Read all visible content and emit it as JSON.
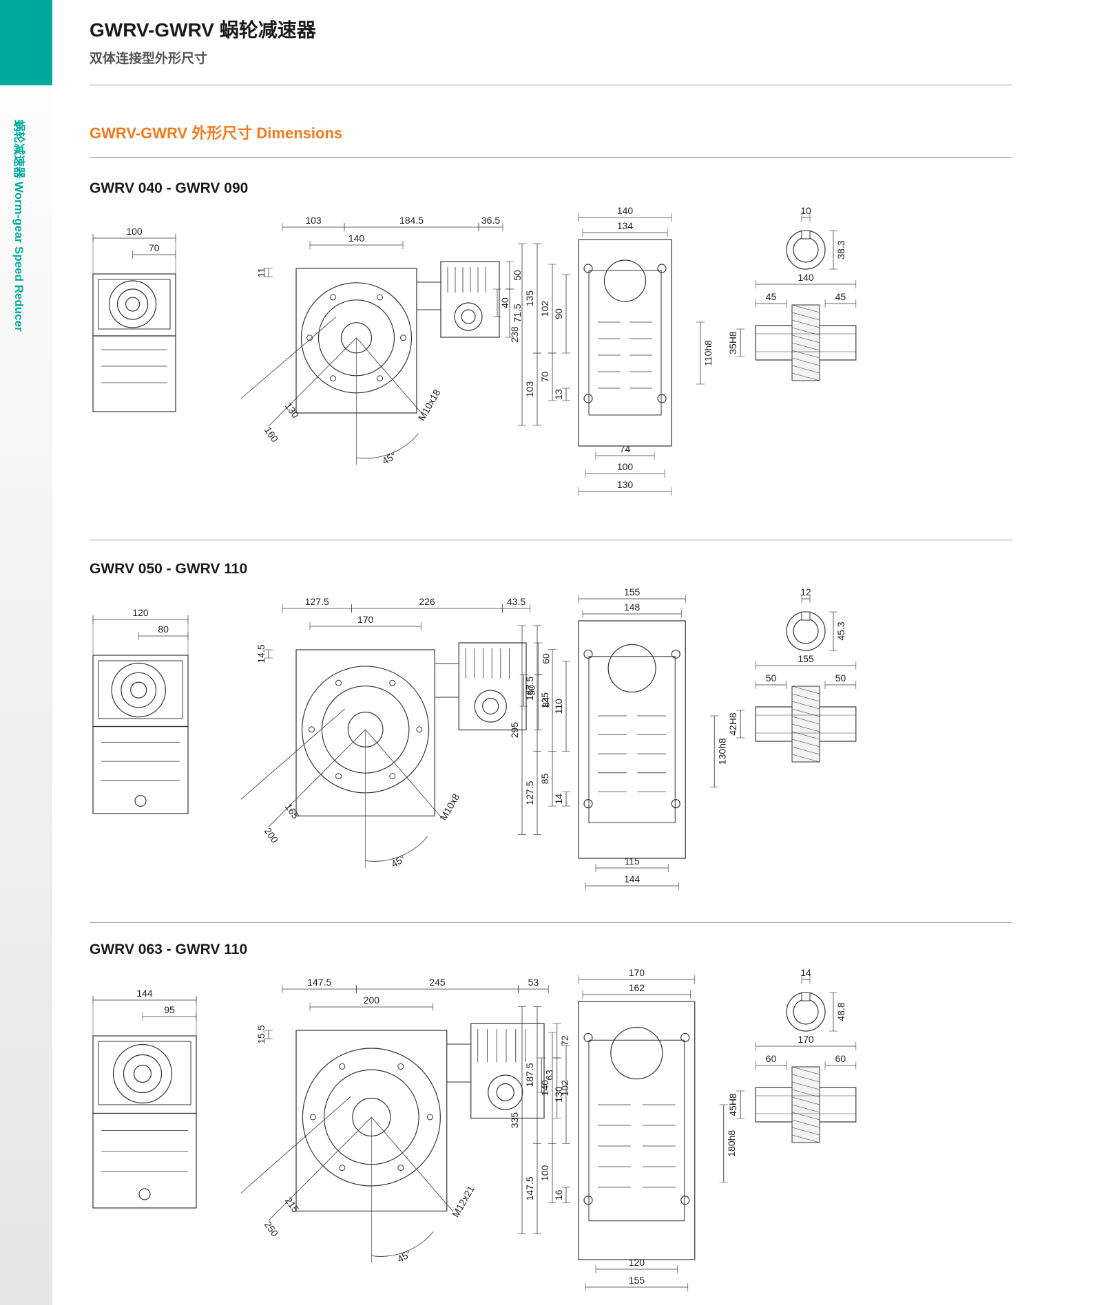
{
  "header": {
    "title": "GWRV-GWRV 蜗轮减速器",
    "subtitle": "双体连接型外形尺寸"
  },
  "sidebar": {
    "label": "蜗轮减速器 Worm-gear Speed Reducer"
  },
  "section_title": "GWRV-GWRV 外形尺寸 Dimensions",
  "colors": {
    "accent": "#00a99d",
    "orange": "#f07a1e",
    "line": "#333333"
  },
  "models": [
    {
      "title": "GWRV 040 - GWRV 090",
      "side": {
        "width": "100",
        "half": "70"
      },
      "front": {
        "a": "103",
        "b": "184.5",
        "c": "36.5",
        "inner": "140",
        "top_offset": "11",
        "h1": "50",
        "h2": "40",
        "h3": "71.5",
        "r1": "130",
        "r2": "160",
        "bolt": "M10x18",
        "angle": "45°"
      },
      "end": {
        "outer_w": "140",
        "inner_w": "134",
        "total_h": "238",
        "upper_h": "135",
        "h102": "102",
        "h90": "90",
        "lower_h": "103",
        "h70": "70",
        "h13": "13",
        "bore": "110h8",
        "w_inner": "74",
        "w_mid": "100",
        "w_outer": "130"
      },
      "shaft": {
        "key": "10",
        "keyh": "38.3",
        "length": "140",
        "l_left": "45",
        "l_right": "45",
        "dia": "35H8"
      }
    },
    {
      "title": "GWRV 050 - GWRV 110",
      "side": {
        "width": "120",
        "half": "80"
      },
      "front": {
        "a": "127.5",
        "b": "226",
        "c": "43.5",
        "inner": "170",
        "top_offset": "14.5",
        "h1": "60",
        "h2": "50",
        "h3": "84",
        "r1": "165",
        "r2": "200",
        "bolt": "M10x8",
        "angle": "45°"
      },
      "end": {
        "outer_w": "155",
        "inner_w": "148",
        "total_h": "295",
        "upper_h": "167.5",
        "h102": "125",
        "h90": "110",
        "lower_h": "127.5",
        "h70": "85",
        "h13": "14",
        "bore": "130h8",
        "w_inner": "115",
        "w_mid": "144",
        "w_outer": ""
      },
      "shaft": {
        "key": "12",
        "keyh": "45.3",
        "length": "155",
        "l_left": "50",
        "l_right": "50",
        "dia": "42H8"
      }
    },
    {
      "title": "GWRV 063 - GWRV 110",
      "side": {
        "width": "144",
        "half": "95"
      },
      "front": {
        "a": "147.5",
        "b": "245",
        "c": "53",
        "inner": "200",
        "top_offset": "15.5",
        "h1": "72",
        "h2": "63",
        "h3": "102",
        "r1": "215",
        "r2": "250",
        "bolt": "M12x21",
        "angle": "45°"
      },
      "end": {
        "outer_w": "170",
        "inner_w": "162",
        "total_h": "335",
        "upper_h": "187.5",
        "h102": "140",
        "h90": "130",
        "lower_h": "147.5",
        "h70": "100",
        "h13": "16",
        "bore": "180h8",
        "w_inner": "120",
        "w_mid": "155",
        "w_outer": ""
      },
      "shaft": {
        "key": "14",
        "keyh": "48.8",
        "length": "170",
        "l_left": "60",
        "l_right": "60",
        "dia": "45H8"
      }
    }
  ]
}
